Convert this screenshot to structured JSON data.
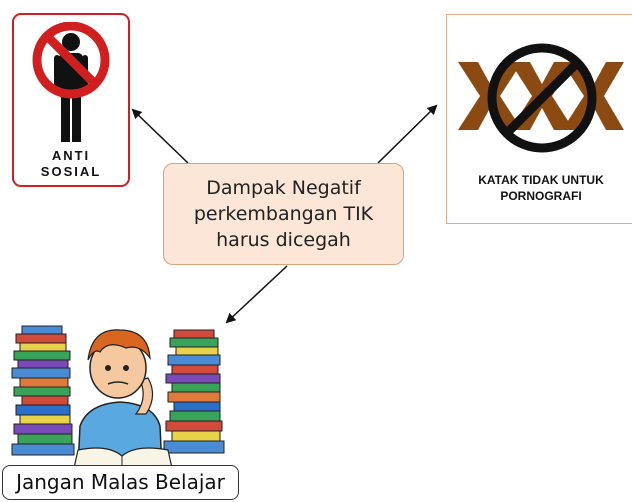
{
  "center": {
    "lines": [
      "Dampak Negatif",
      "perkembangan TIK",
      "harus dicegah"
    ]
  },
  "anti_sosial": {
    "lines": [
      "ANTI",
      "SOSIAL"
    ],
    "accent": "#d11f1f"
  },
  "pornografi": {
    "lines": [
      "KATAK TIDAK UNTUK",
      "PORNOGRAFI"
    ],
    "logo_text": "XXX",
    "accent": "#8b4a12"
  },
  "belajar": {
    "label": "Jangan Malas Belajar"
  },
  "colors": {
    "center_fill": "#fbe6d8",
    "center_border": "#d9a27a",
    "arrow": "#111111"
  }
}
